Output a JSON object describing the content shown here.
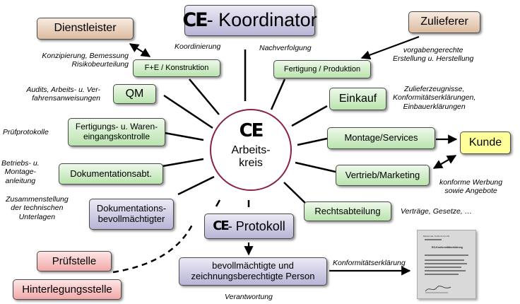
{
  "title": {
    "ce": "CE",
    "text": "- Koordinator"
  },
  "center": {
    "ce": "CE",
    "line1": "Arbeits-",
    "line2": "kreis"
  },
  "protocol": {
    "ce": "CE",
    "text": "- Protokoll"
  },
  "boxes": {
    "dienstleister": "Dienstleister",
    "zulieferer": "Zulieferer",
    "fe": "F+E / Konstruktion",
    "fertigung": "Fertigung / Produktion",
    "qm": "QM",
    "einkauf": "Einkauf",
    "kontrolle": [
      "Fertigungs- u. Waren-",
      "eingangskontrolle"
    ],
    "montage": "Montage/Services",
    "kunde": "Kunde",
    "dokabt": "Dokumentationsabt.",
    "vertrieb": "Vertrieb/Marketing",
    "dokbev": [
      "Dokumentations-",
      "bevollmächtigter"
    ],
    "recht": "Rechtsabteilung",
    "person": [
      "bevollmächtigte und",
      "zeichnungsberechtigte Person"
    ],
    "pruefstelle": "Prüfstelle",
    "hinterlegung": "Hinterlegungsstelle"
  },
  "notes": {
    "koordinierung": "Koordinierung",
    "nachverfolgung": "Nachverfolgung",
    "konzipierung": [
      "Konzipierung, Bemessung",
      "Risikobeurteilung"
    ],
    "vorgaben": [
      "vorgabengerechte",
      "Erstellung u. Herstellung"
    ],
    "audits": [
      "Audits, Arbeits- u. Ver-",
      "fahrensanweisungen"
    ],
    "zeugnisse": [
      "Zulieferzeugnisse,",
      "Konformitätserklärungen,",
      "Einbauerklärungen"
    ],
    "pruefprotokolle": "Prüfprotokolle",
    "betrieb": [
      "Betriebs- u.",
      "Montage-",
      "anleitung"
    ],
    "werbung": [
      "konforme Werbung",
      "sowie Angebote"
    ],
    "zusammenstellung": [
      "Zusammenstellung",
      "der technischen",
      "Unterlagen"
    ],
    "vertraege": "Verträge, Gesetze, …",
    "konformitaet": "Konformitätserklärung",
    "verantwortung": "Verantwortung"
  },
  "document": {
    "company": "Musterman GmbH & Co.KG",
    "heading": "EG-Konformitätserklärung"
  },
  "colors": {
    "box_green": "#b9e3ad",
    "box_purple": "#b7b4d6",
    "box_tan": "#dcbba0",
    "box_red": "#f2a8a8",
    "box_yellow": "#ffff99",
    "circle_border": "#8b2240"
  }
}
